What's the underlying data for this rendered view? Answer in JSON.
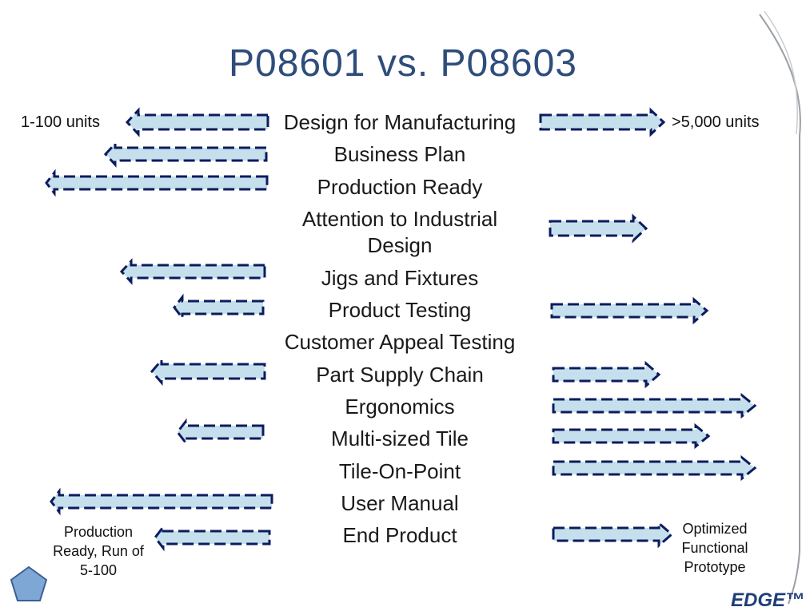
{
  "slide": {
    "title": "P08601 vs. P08603",
    "left_label": "1-100 units",
    "right_label": ">5,000 units",
    "bottom_left_label": "Production Ready, Run of 5-100",
    "bottom_right_label": "Optimized Functional Prototype",
    "logo_text": "EDGE™"
  },
  "topics": [
    "Design for Manufacturing",
    "Business Plan",
    "Production Ready",
    "Attention to Industrial Design",
    "Jigs and Fixtures",
    "Product Testing",
    "Customer Appeal Testing",
    "Part Supply Chain",
    "Ergonomics",
    "Multi-sized Tile",
    "Tile-On-Point",
    "User Manual",
    "End Product"
  ],
  "colors": {
    "title": "#2e4d7b",
    "arrow_fill": "#c5e0ec",
    "arrow_stroke": "#0d1b5e"
  }
}
